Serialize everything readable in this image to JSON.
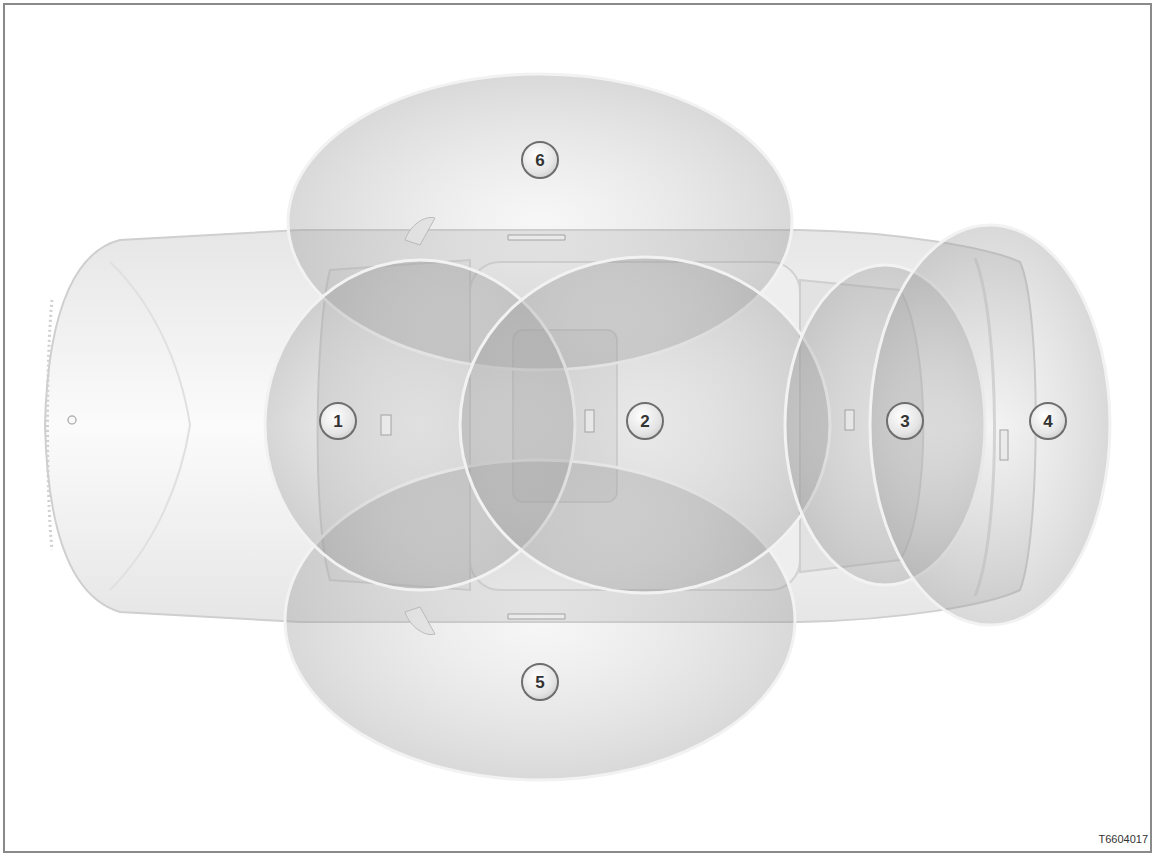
{
  "diagram": {
    "labels": [
      "6",
      "1",
      "2",
      "3",
      "4",
      "5",
      "T6604017"
    ]
  }
}
